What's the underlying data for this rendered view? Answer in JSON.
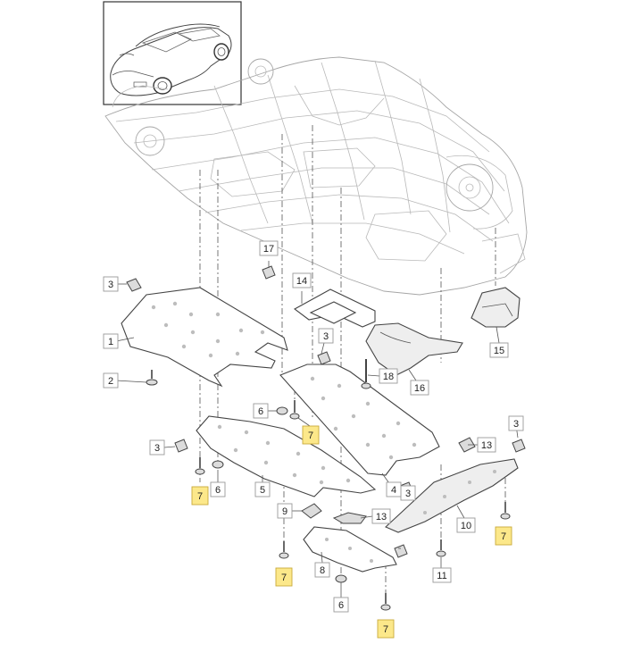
{
  "diagram": {
    "callouts": [
      {
        "id": "c1",
        "label": "1",
        "highlight": false
      },
      {
        "id": "c2",
        "label": "2",
        "highlight": false
      },
      {
        "id": "c3a",
        "label": "3",
        "highlight": false
      },
      {
        "id": "c3b",
        "label": "3",
        "highlight": false
      },
      {
        "id": "c3c",
        "label": "3",
        "highlight": false
      },
      {
        "id": "c3d",
        "label": "3",
        "highlight": false
      },
      {
        "id": "c3e",
        "label": "3",
        "highlight": false
      },
      {
        "id": "c4",
        "label": "4",
        "highlight": false
      },
      {
        "id": "c5",
        "label": "5",
        "highlight": false
      },
      {
        "id": "c6a",
        "label": "6",
        "highlight": false
      },
      {
        "id": "c6b",
        "label": "6",
        "highlight": false
      },
      {
        "id": "c6c",
        "label": "6",
        "highlight": false
      },
      {
        "id": "c7a",
        "label": "7",
        "highlight": true
      },
      {
        "id": "c7b",
        "label": "7",
        "highlight": true
      },
      {
        "id": "c7c",
        "label": "7",
        "highlight": true
      },
      {
        "id": "c7d",
        "label": "7",
        "highlight": true
      },
      {
        "id": "c7e",
        "label": "7",
        "highlight": true
      },
      {
        "id": "c8",
        "label": "8",
        "highlight": false
      },
      {
        "id": "c9",
        "label": "9",
        "highlight": false
      },
      {
        "id": "c10",
        "label": "10",
        "highlight": false
      },
      {
        "id": "c11",
        "label": "11",
        "highlight": false
      },
      {
        "id": "c13a",
        "label": "13",
        "highlight": false
      },
      {
        "id": "c13b",
        "label": "13",
        "highlight": false
      },
      {
        "id": "c14",
        "label": "14",
        "highlight": false
      },
      {
        "id": "c15",
        "label": "15",
        "highlight": false
      },
      {
        "id": "c16",
        "label": "16",
        "highlight": false
      },
      {
        "id": "c17",
        "label": "17",
        "highlight": false
      },
      {
        "id": "c18",
        "label": "18",
        "highlight": false
      }
    ],
    "colors": {
      "highlight_fill": "#fce88a",
      "line": "#444444",
      "car_outline": "#b9b9b9"
    }
  }
}
